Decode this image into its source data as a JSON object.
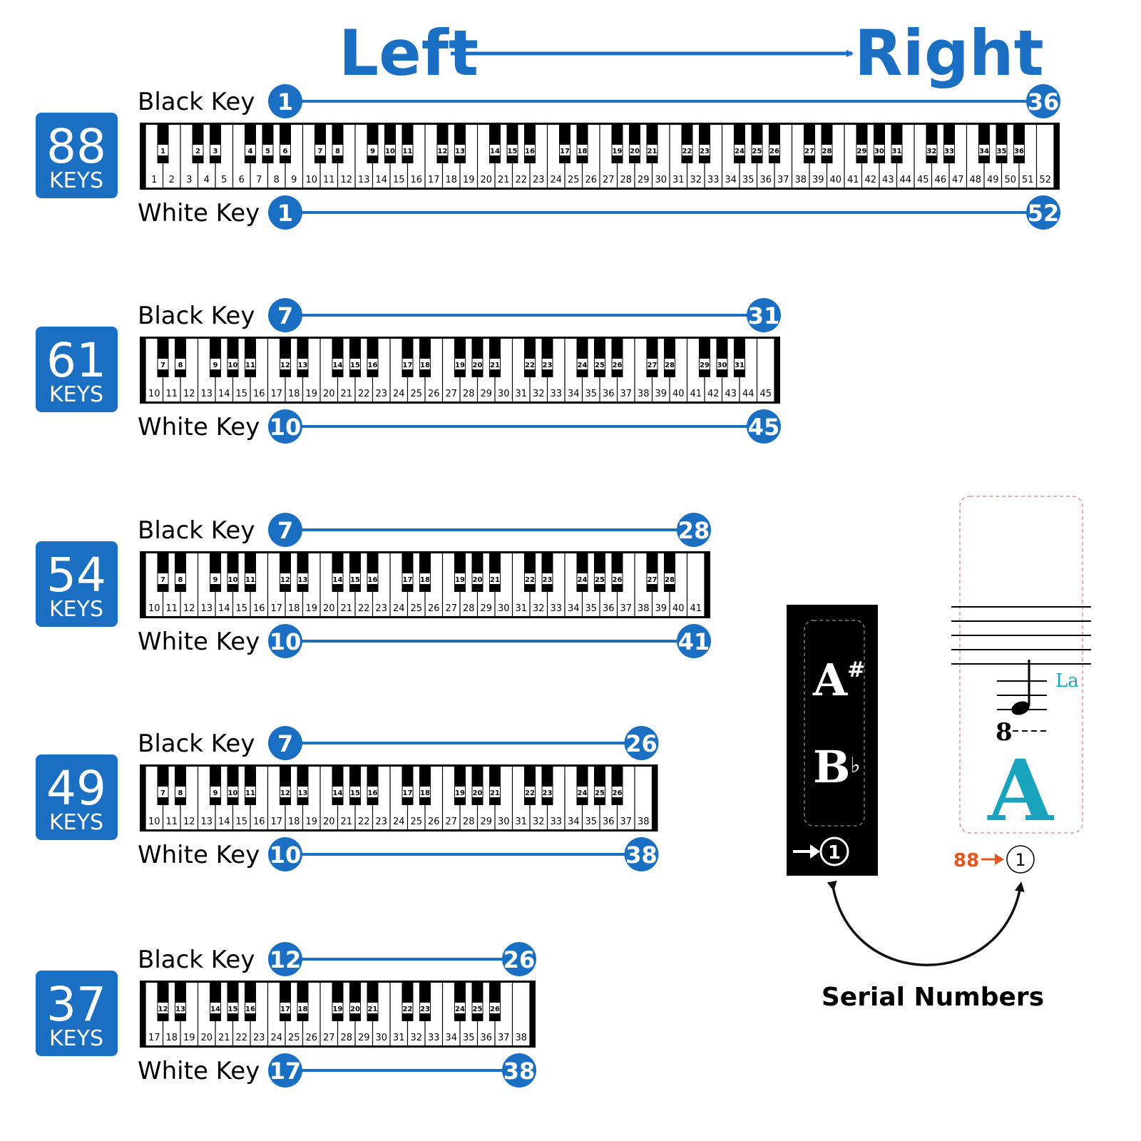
{
  "header": {
    "left": "Left",
    "right": "Right"
  },
  "colors": {
    "blue": "#1b6fc2",
    "teal": "#1aa3bd",
    "orange": "#e4561b",
    "pink": "#e88f98"
  },
  "keyboards": [
    {
      "size": "88",
      "unit": "KEYS",
      "black_label": "Black Key",
      "white_label": "White Key",
      "black_range": [
        "1",
        "36"
      ],
      "white_range": [
        "1",
        "52"
      ],
      "white_numbers": [
        "1",
        "2",
        "3",
        "4",
        "5",
        "6",
        "7",
        "8",
        "9",
        "10",
        "11",
        "12",
        "13",
        "14",
        "15",
        "16",
        "17",
        "18",
        "19",
        "20",
        "21",
        "22",
        "23",
        "24",
        "25",
        "26",
        "27",
        "28",
        "29",
        "30",
        "31",
        "32",
        "33",
        "34",
        "35",
        "36",
        "37",
        "38",
        "39",
        "40",
        "41",
        "42",
        "43",
        "44",
        "45",
        "46",
        "47",
        "48",
        "49",
        "50",
        "51",
        "52"
      ],
      "black_numbers": [
        "1",
        "2",
        "3",
        "4",
        "5",
        "6",
        "7",
        "8",
        "9",
        "10",
        "11",
        "12",
        "13",
        "14",
        "15",
        "16",
        "17",
        "18",
        "19",
        "20",
        "21",
        "22",
        "23",
        "24",
        "25",
        "26",
        "27",
        "28",
        "29",
        "30",
        "31",
        "32",
        "33",
        "34",
        "35",
        "36"
      ]
    },
    {
      "size": "61",
      "unit": "KEYS",
      "black_label": "Black Key",
      "white_label": "White Key",
      "black_range": [
        "7",
        "31"
      ],
      "white_range": [
        "10",
        "45"
      ],
      "white_numbers": [
        "10",
        "11",
        "12",
        "13",
        "14",
        "15",
        "16",
        "17",
        "18",
        "19",
        "20",
        "21",
        "22",
        "23",
        "24",
        "25",
        "26",
        "27",
        "28",
        "29",
        "30",
        "31",
        "32",
        "33",
        "34",
        "35",
        "36",
        "37",
        "38",
        "39",
        "40",
        "41",
        "42",
        "43",
        "44",
        "45"
      ],
      "black_numbers": [
        "7",
        "8",
        "9",
        "10",
        "11",
        "12",
        "13",
        "14",
        "15",
        "16",
        "17",
        "18",
        "19",
        "20",
        "21",
        "22",
        "23",
        "24",
        "25",
        "26",
        "27",
        "28",
        "29",
        "30",
        "31"
      ]
    },
    {
      "size": "54",
      "unit": "KEYS",
      "black_label": "Black Key",
      "white_label": "White Key",
      "black_range": [
        "7",
        "28"
      ],
      "white_range": [
        "10",
        "41"
      ],
      "white_numbers": [
        "10",
        "11",
        "12",
        "13",
        "14",
        "15",
        "16",
        "17",
        "18",
        "19",
        "20",
        "21",
        "22",
        "23",
        "24",
        "25",
        "26",
        "27",
        "28",
        "29",
        "30",
        "31",
        "32",
        "33",
        "34",
        "35",
        "36",
        "37",
        "38",
        "39",
        "40",
        "41"
      ],
      "black_numbers": [
        "7",
        "8",
        "9",
        "10",
        "11",
        "12",
        "13",
        "14",
        "15",
        "16",
        "17",
        "18",
        "19",
        "20",
        "21",
        "22",
        "23",
        "24",
        "25",
        "26",
        "27",
        "28"
      ]
    },
    {
      "size": "49",
      "unit": "KEYS",
      "black_label": "Black Key",
      "white_label": "White Key",
      "black_range": [
        "7",
        "26"
      ],
      "white_range": [
        "10",
        "38"
      ],
      "white_numbers": [
        "10",
        "11",
        "12",
        "13",
        "14",
        "15",
        "16",
        "17",
        "18",
        "19",
        "20",
        "21",
        "22",
        "23",
        "24",
        "25",
        "26",
        "27",
        "28",
        "29",
        "30",
        "31",
        "32",
        "33",
        "34",
        "35",
        "36",
        "37",
        "38"
      ],
      "black_numbers": [
        "7",
        "8",
        "9",
        "10",
        "11",
        "12",
        "13",
        "14",
        "15",
        "16",
        "17",
        "18",
        "19",
        "20",
        "21",
        "22",
        "23",
        "24",
        "25",
        "26"
      ]
    },
    {
      "size": "37",
      "unit": "KEYS",
      "black_label": "Black Key",
      "white_label": "White Key",
      "black_range": [
        "12",
        "26"
      ],
      "white_range": [
        "17",
        "38"
      ],
      "white_numbers": [
        "17",
        "18",
        "19",
        "20",
        "21",
        "22",
        "23",
        "24",
        "25",
        "26",
        "27",
        "28",
        "29",
        "30",
        "31",
        "32",
        "33",
        "34",
        "35",
        "36",
        "37",
        "38"
      ],
      "black_numbers": [
        "12",
        "13",
        "14",
        "15",
        "16",
        "17",
        "18",
        "19",
        "20",
        "21",
        "22",
        "23",
        "24",
        "25",
        "26"
      ]
    }
  ],
  "black_sticker": {
    "sharp_letter": "A",
    "sharp_sign": "#",
    "flat_letter": "B",
    "flat_sign": "♭",
    "serial": "1"
  },
  "white_sticker": {
    "solfege": "La",
    "octave": "8",
    "letter": "A",
    "serial_prefix": "88",
    "serial": "1"
  },
  "caption": "Serial Numbers"
}
